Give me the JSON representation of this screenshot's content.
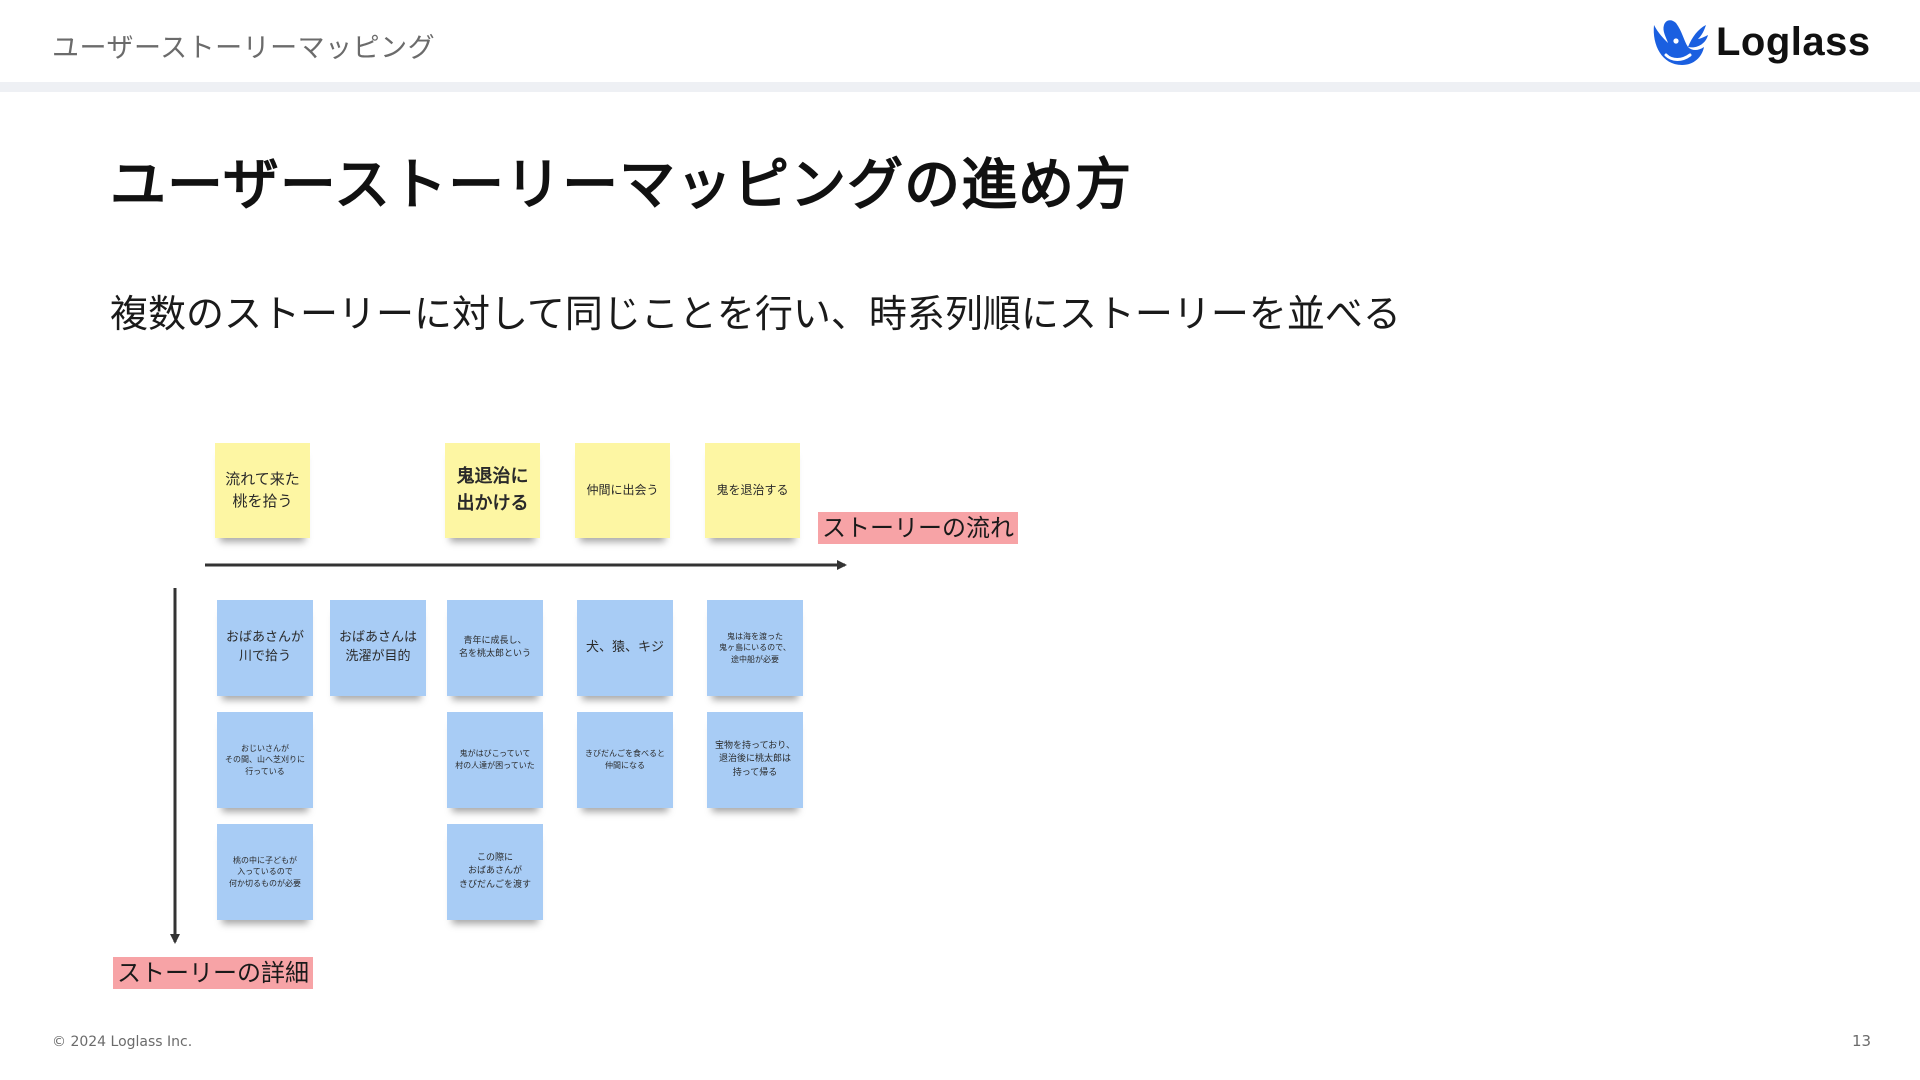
{
  "header": {
    "section_title": "ユーザーストーリーマッピング",
    "logo_text": "Loglass"
  },
  "slide": {
    "title": "ユーザーストーリーマッピングの進め方",
    "subtitle": "複数のストーリーに対して同じことを行い、時系列順にストーリーを並べる"
  },
  "story_map": {
    "flow_label": "ストーリーの流れ",
    "detail_label": "ストーリーの詳細",
    "story_flow": [
      "流れて来た\n桃を拾う",
      "鬼退治に\n出かける",
      "仲間に出会う",
      "鬼を退治する"
    ],
    "details": [
      "おばあさんが\n川で拾う",
      "おばあさんは\n洗濯が目的",
      "おじいさんが\nその間、山へ芝刈りに\n行っている",
      "桃の中に子どもが\n入っているので\n何か切るものが必要",
      "青年に成長し、\n名を桃太郎という",
      "鬼がはびこっていて\n村の人達が困っていた",
      "この際に\nおばあさんが\nきびだんごを渡す",
      "犬、猿、キジ",
      "きびだんごを食べると\n仲間になる",
      "鬼は海を渡った\n鬼ヶ島にいるので、\n途中船が必要",
      "宝物を持っており、\n退治後に桃太郎は\n持って帰る"
    ]
  },
  "colors": {
    "yellow_note": "#fdf6a3",
    "blue_note": "#a8ccf5",
    "label_highlight": "#f7a3a6",
    "logo_blue": "#1a5fe0"
  },
  "footer": {
    "copyright": "© 2024 Loglass Inc.",
    "page_number": "13"
  }
}
